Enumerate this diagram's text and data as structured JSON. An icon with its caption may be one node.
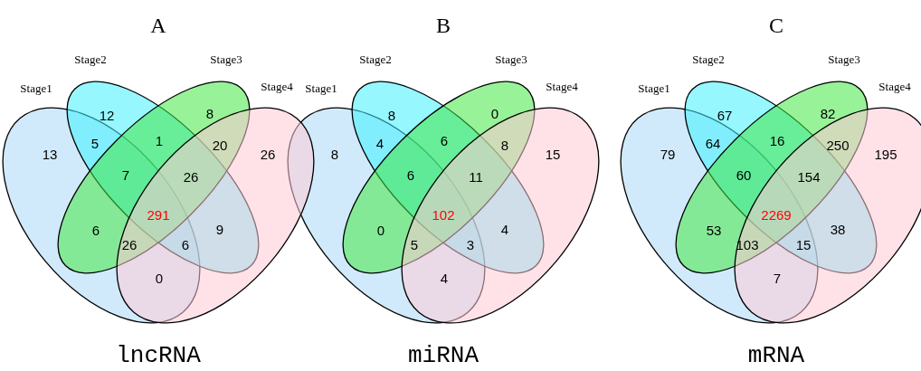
{
  "diagram": {
    "nodes": [
      {
        "text": [
          "Stage1"
        ]
      },
      {
        "text": [
          "Stage2"
        ]
      },
      {
        "text": [
          "Stage3"
        ]
      },
      {
        "text": [
          "Stage4"
        ]
      },
      {
        "text": [
          "Stage1"
        ]
      },
      {
        "text": [
          "Stage2"
        ]
      },
      {
        "text": [
          "Stage3"
        ]
      },
      {
        "text": [
          "Stage4"
        ]
      },
      {
        "text": [
          "Stage1"
        ]
      },
      {
        "text": [
          "Stage2"
        ]
      },
      {
        "text": [
          "Stage3"
        ]
      },
      {
        "text": [
          "Stage4"
        ]
      }
    ],
    "labels": [
      "A",
      "12",
      "8",
      "13",
      "26",
      "5",
      "1",
      "20",
      "7",
      "26",
      "6",
      "291",
      "9",
      "26",
      "6",
      "0",
      "lncRNA",
      "B",
      "8",
      "0",
      "8",
      "15",
      "4",
      "6",
      "8",
      "6",
      "11",
      "0",
      "102",
      "4",
      "5",
      "3",
      "4",
      "miRNA",
      "C",
      "67",
      "82",
      "79",
      "195",
      "64",
      "16",
      "250",
      "60",
      "154",
      "53",
      "2269",
      "38",
      "103",
      "15",
      "7",
      "mRNA"
    ]
  }
}
